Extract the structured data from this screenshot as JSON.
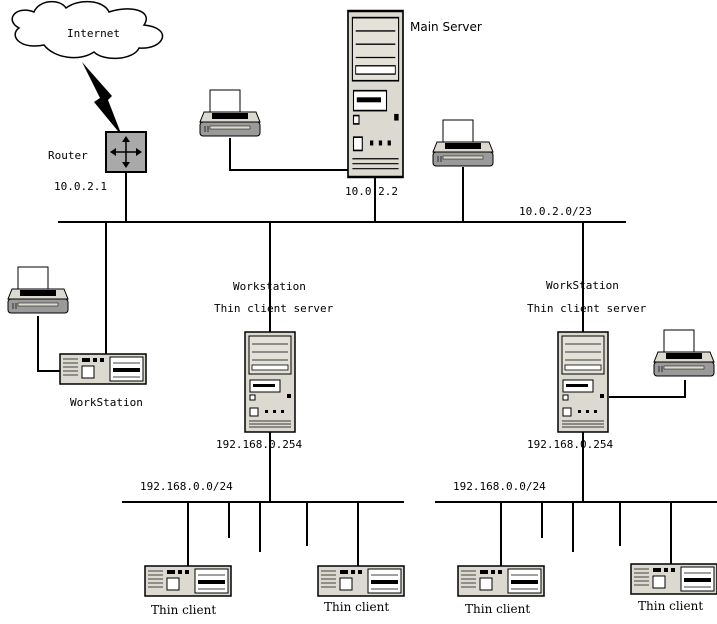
{
  "internet": "Internet",
  "router": {
    "label": "Router",
    "ip": "10.0.2.1"
  },
  "main_server": {
    "label": "Main Server",
    "ip": "10.0.2.2"
  },
  "backbone_subnet": "10.0.2.0/23",
  "workstation_left": "WorkStation",
  "thin_server_1": {
    "role": "Workstation",
    "title": "Thin client server",
    "ip": "192.168.0.254",
    "subnet": "192.168.0.0/24"
  },
  "thin_server_2": {
    "role": "WorkStation",
    "title": "Thin client server",
    "ip": "192.168.0.254",
    "subnet": "192.168.0.0/24"
  },
  "thin_client_label": "Thin client",
  "colors": {
    "device_fill": "#dcdad0",
    "device_dark": "#9a9a9a",
    "router_fill": "#a9a9a9",
    "line": "#000000"
  }
}
